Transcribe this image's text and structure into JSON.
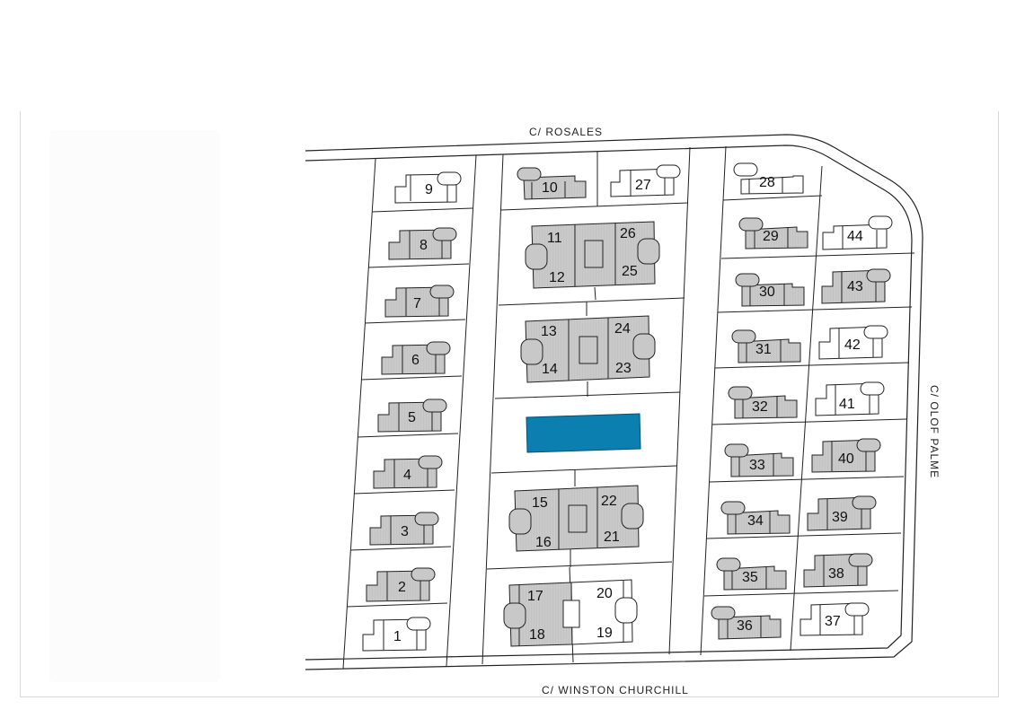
{
  "plan": {
    "streets": {
      "north": "C/  ROSALES",
      "south": "C/  WINSTON  CHURCHILL",
      "east": "C/  OLOF  PALME"
    },
    "colors": {
      "sold_fill": "#c8c8c8",
      "available_fill": "#ffffff",
      "pool": "#0a7fb0",
      "line": "#222222"
    },
    "pool_label": "",
    "lots": [
      {
        "n": "1",
        "status": "available"
      },
      {
        "n": "2",
        "status": "sold"
      },
      {
        "n": "3",
        "status": "sold"
      },
      {
        "n": "4",
        "status": "sold"
      },
      {
        "n": "5",
        "status": "sold"
      },
      {
        "n": "6",
        "status": "sold"
      },
      {
        "n": "7",
        "status": "sold"
      },
      {
        "n": "8",
        "status": "sold"
      },
      {
        "n": "9",
        "status": "available"
      },
      {
        "n": "10",
        "status": "sold"
      },
      {
        "n": "11",
        "status": "sold"
      },
      {
        "n": "12",
        "status": "sold"
      },
      {
        "n": "13",
        "status": "sold"
      },
      {
        "n": "14",
        "status": "sold"
      },
      {
        "n": "15",
        "status": "sold"
      },
      {
        "n": "16",
        "status": "sold"
      },
      {
        "n": "17",
        "status": "sold"
      },
      {
        "n": "18",
        "status": "sold"
      },
      {
        "n": "19",
        "status": "available"
      },
      {
        "n": "20",
        "status": "available"
      },
      {
        "n": "21",
        "status": "sold"
      },
      {
        "n": "22",
        "status": "sold"
      },
      {
        "n": "23",
        "status": "sold"
      },
      {
        "n": "24",
        "status": "sold"
      },
      {
        "n": "25",
        "status": "sold"
      },
      {
        "n": "26",
        "status": "sold"
      },
      {
        "n": "27",
        "status": "available"
      },
      {
        "n": "28",
        "status": "available"
      },
      {
        "n": "29",
        "status": "sold"
      },
      {
        "n": "30",
        "status": "sold"
      },
      {
        "n": "31",
        "status": "sold"
      },
      {
        "n": "32",
        "status": "sold"
      },
      {
        "n": "33",
        "status": "sold"
      },
      {
        "n": "34",
        "status": "sold"
      },
      {
        "n": "35",
        "status": "sold"
      },
      {
        "n": "36",
        "status": "sold"
      },
      {
        "n": "37",
        "status": "available"
      },
      {
        "n": "38",
        "status": "sold"
      },
      {
        "n": "39",
        "status": "sold"
      },
      {
        "n": "40",
        "status": "sold"
      },
      {
        "n": "41",
        "status": "available"
      },
      {
        "n": "42",
        "status": "available"
      },
      {
        "n": "43",
        "status": "sold"
      },
      {
        "n": "44",
        "status": "available"
      }
    ]
  }
}
